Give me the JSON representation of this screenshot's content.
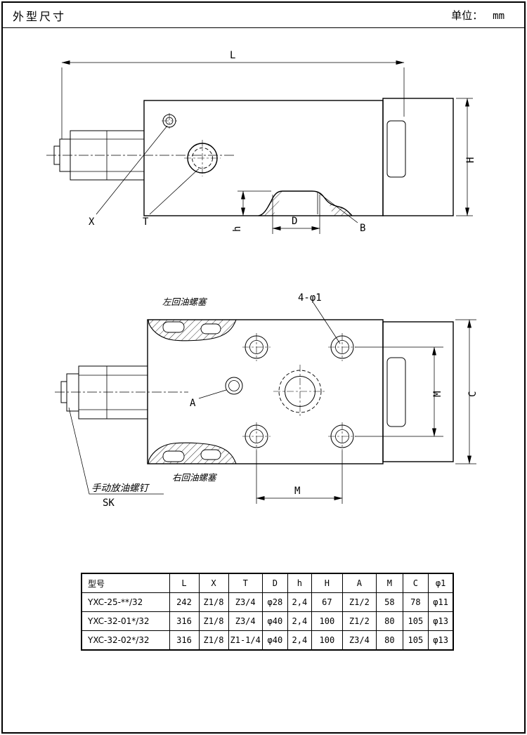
{
  "header": {
    "title": "外型尺寸",
    "unit_label": "单位：",
    "unit_value": "mm"
  },
  "side_view": {
    "dim_L": "L",
    "dim_H": "H",
    "dim_D": "D",
    "dim_h": "h",
    "label_X": "X",
    "label_T": "T",
    "label_B": "B"
  },
  "top_view": {
    "note_left_plug": "左回油螺塞",
    "note_right_plug": "右回油螺塞",
    "label_holes": "4-φ1",
    "label_A": "A",
    "dim_M_right": "M",
    "dim_C": "C",
    "dim_M_bottom": "M",
    "note_drain": "手动放油螺钉",
    "note_sk": "SK"
  },
  "table": {
    "headers": [
      "型号",
      "L",
      "X",
      "T",
      "D",
      "h",
      "H",
      "A",
      "M",
      "C",
      "φ1"
    ],
    "rows": [
      [
        "YXC-25-**/32",
        "242",
        "Z1/8",
        "Z3/4",
        "φ28",
        "2,4",
        "67",
        "Z1/2",
        "58",
        "78",
        "φ11"
      ],
      [
        "YXC-32-01*/32",
        "316",
        "Z1/8",
        "Z3/4",
        "φ40",
        "2,4",
        "100",
        "Z1/2",
        "80",
        "105",
        "φ13"
      ],
      [
        "YXC-32-02*/32",
        "316",
        "Z1/8",
        "Z1-1/4",
        "φ40",
        "2,4",
        "100",
        "Z3/4",
        "80",
        "105",
        "φ13"
      ]
    ]
  }
}
